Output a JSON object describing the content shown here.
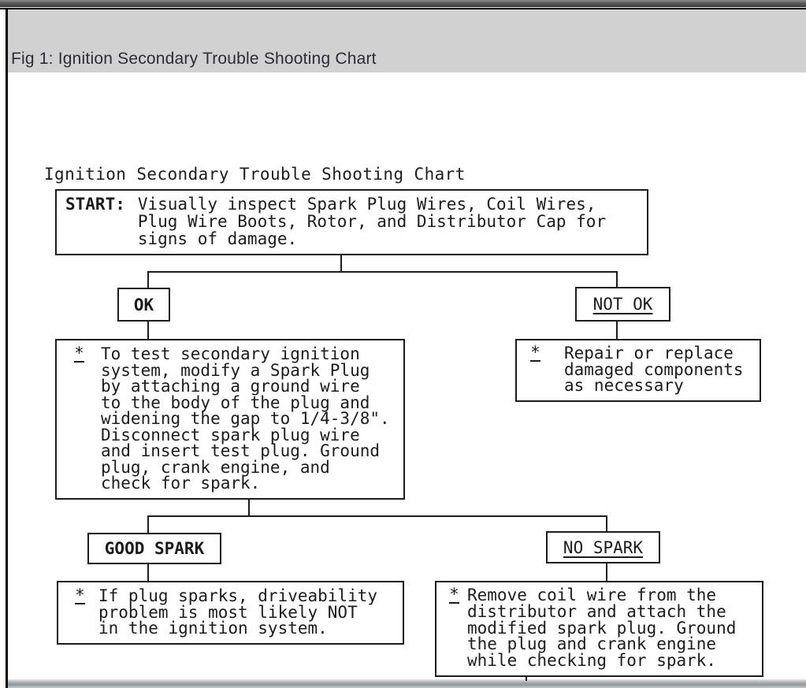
{
  "window": {
    "figure_title": "Fig 1: Ignition Secondary Trouble Shooting Chart"
  },
  "flowchart": {
    "heading": "Ignition Secondary Trouble Shooting Chart",
    "bullet": "*",
    "start": {
      "label": "START:",
      "lines": [
        "Visually inspect Spark Plug Wires, Coil Wires,",
        "Plug Wire Boots, Rotor, and Distributor Cap for",
        "signs of damage."
      ]
    },
    "inspection_decision": {
      "ok": "OK",
      "not_ok": "NOT OK"
    },
    "test_procedure_box": {
      "lines": [
        "To test secondary ignition",
        "system, modify a Spark Plug",
        "by attaching a ground wire",
        "to the body of the plug and",
        "widening the gap to 1/4-3/8\".",
        "Disconnect spark plug wire",
        "and insert test plug. Ground",
        "plug, crank engine, and",
        "check for spark."
      ]
    },
    "repair_box": {
      "lines": [
        "Repair or replace",
        "damaged components",
        "as necessary"
      ]
    },
    "spark_decision": {
      "good": "GOOD SPARK",
      "none": "NO SPARK"
    },
    "good_spark_box": {
      "lines": [
        "If plug sparks, driveability",
        "problem is most likely NOT",
        "in the ignition system."
      ]
    },
    "no_spark_box": {
      "lines": [
        "Remove coil wire from the",
        "distributor and attach the",
        "modified spark plug. Ground",
        "the plug and crank engine",
        "while checking for spark."
      ]
    }
  },
  "colors": {
    "header_band": "#d2d1d1",
    "ink": "#1c1c1c",
    "title_text": "#2d2d36",
    "bottom_strip": "#9aa1a7"
  }
}
